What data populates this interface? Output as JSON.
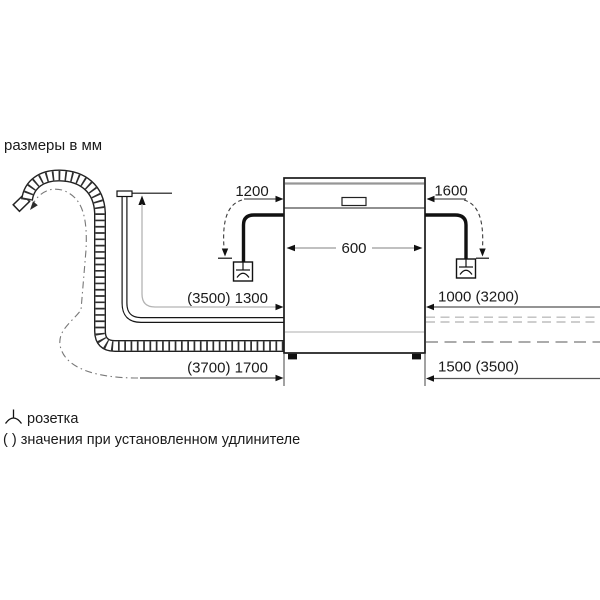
{
  "title": "размеры в мм",
  "dimensions": {
    "cord_left": "1200",
    "cord_right": "1600",
    "appliance_width": "600",
    "supply_hose_left": "(3500) 1300",
    "drain_hose_left": "(3700) 1700",
    "supply_hose_right": "1000 (3200)",
    "drain_hose_right": "1500 (3500)"
  },
  "legend": {
    "socket_label": "розетка",
    "note": "( ) значения при установленном удлинителе"
  },
  "colors": {
    "line_black": "#1a1a1a",
    "dim_line_gray": "#555555",
    "hose_dim_gray": "#b3b3b3",
    "dashed_drain_gray": "#8f8f8f",
    "worktop_gray": "#969696"
  }
}
